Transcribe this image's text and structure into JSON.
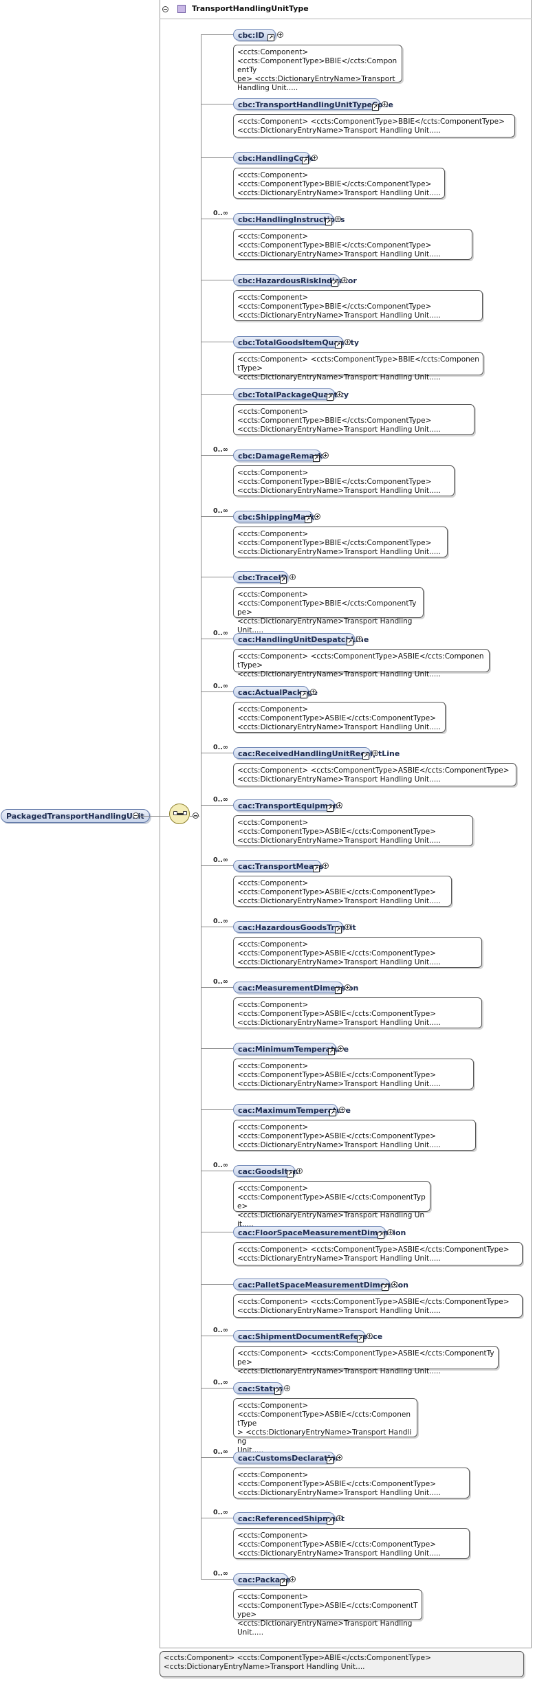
{
  "root": {
    "name": "PackagedTransportHandlingUnit"
  },
  "type": {
    "name": "TransportHandlingUnitType"
  },
  "type_annotation": "<ccts:Component> <ccts:ComponentType>ABIE</ccts:ComponentType>\n<ccts:DictionaryEntryName>Transport Handling Unit....",
  "icons": {
    "type": "complex-type-icon",
    "reference": "reference-arrow-icon",
    "expand": "collapse-toggle-icon",
    "sequence": "sequence-compositor-icon"
  },
  "elements": [
    {
      "name": "cbc:ID",
      "occurs": "",
      "annotation": "<ccts:Component>\n<ccts:ComponentType>BBIE</ccts:ComponentTy\npe> <ccts:DictionaryEntryName>Transport\nHandling Unit....."
    },
    {
      "name": "cbc:TransportHandlingUnitTypeCode",
      "occurs": "",
      "annotation": "<ccts:Component> <ccts:ComponentType>BBIE</ccts:ComponentType>\n<ccts:DictionaryEntryName>Transport Handling Unit....."
    },
    {
      "name": "cbc:HandlingCode",
      "occurs": "",
      "annotation": "<ccts:Component>\n<ccts:ComponentType>BBIE</ccts:ComponentType>\n<ccts:DictionaryEntryName>Transport Handling Unit....."
    },
    {
      "name": "cbc:HandlingInstructions",
      "occurs": "0..∞",
      "annotation": "<ccts:Component>\n<ccts:ComponentType>BBIE</ccts:ComponentType>\n<ccts:DictionaryEntryName>Transport Handling Unit....."
    },
    {
      "name": "cbc:HazardousRiskIndicator",
      "occurs": "",
      "annotation": "<ccts:Component>\n<ccts:ComponentType>BBIE</ccts:ComponentType>\n<ccts:DictionaryEntryName>Transport Handling Unit....."
    },
    {
      "name": "cbc:TotalGoodsItemQuantity",
      "occurs": "",
      "annotation": "<ccts:Component> <ccts:ComponentType>BBIE</ccts:ComponentType>\n<ccts:DictionaryEntryName>Transport Handling Unit....."
    },
    {
      "name": "cbc:TotalPackageQuantity",
      "occurs": "",
      "annotation": "<ccts:Component>\n<ccts:ComponentType>BBIE</ccts:ComponentType>\n<ccts:DictionaryEntryName>Transport Handling Unit....."
    },
    {
      "name": "cbc:DamageRemarks",
      "occurs": "0..∞",
      "annotation": "<ccts:Component>\n<ccts:ComponentType>BBIE</ccts:ComponentType>\n<ccts:DictionaryEntryName>Transport Handling Unit....."
    },
    {
      "name": "cbc:ShippingMarks",
      "occurs": "0..∞",
      "annotation": "<ccts:Component>\n<ccts:ComponentType>BBIE</ccts:ComponentType>\n<ccts:DictionaryEntryName>Transport Handling Unit....."
    },
    {
      "name": "cbc:TraceID",
      "occurs": "",
      "annotation": "<ccts:Component>\n<ccts:ComponentType>BBIE</ccts:ComponentType>\n<ccts:DictionaryEntryName>Transport Handling Unit....."
    },
    {
      "name": "cac:HandlingUnitDespatchLine",
      "occurs": "0..∞",
      "annotation": "<ccts:Component> <ccts:ComponentType>ASBIE</ccts:ComponentType>\n<ccts:DictionaryEntryName>Transport Handling Unit....."
    },
    {
      "name": "cac:ActualPackage",
      "occurs": "0..∞",
      "annotation": "<ccts:Component>\n<ccts:ComponentType>ASBIE</ccts:ComponentType>\n<ccts:DictionaryEntryName>Transport Handling Unit....."
    },
    {
      "name": "cac:ReceivedHandlingUnitReceiptLine",
      "occurs": "0..∞",
      "annotation": "<ccts:Component> <ccts:ComponentType>ASBIE</ccts:ComponentType>\n<ccts:DictionaryEntryName>Transport Handling Unit....."
    },
    {
      "name": "cac:TransportEquipment",
      "occurs": "0..∞",
      "annotation": "<ccts:Component>\n<ccts:ComponentType>ASBIE</ccts:ComponentType>\n<ccts:DictionaryEntryName>Transport Handling Unit....."
    },
    {
      "name": "cac:TransportMeans",
      "occurs": "0..∞",
      "annotation": "<ccts:Component>\n<ccts:ComponentType>ASBIE</ccts:ComponentType>\n<ccts:DictionaryEntryName>Transport Handling Unit....."
    },
    {
      "name": "cac:HazardousGoodsTransit",
      "occurs": "0..∞",
      "annotation": "<ccts:Component>\n<ccts:ComponentType>ASBIE</ccts:ComponentType>\n<ccts:DictionaryEntryName>Transport Handling Unit....."
    },
    {
      "name": "cac:MeasurementDimension",
      "occurs": "0..∞",
      "annotation": "<ccts:Component>\n<ccts:ComponentType>ASBIE</ccts:ComponentType>\n<ccts:DictionaryEntryName>Transport Handling Unit....."
    },
    {
      "name": "cac:MinimumTemperature",
      "occurs": "",
      "annotation": "<ccts:Component>\n<ccts:ComponentType>ASBIE</ccts:ComponentType>\n<ccts:DictionaryEntryName>Transport Handling Unit....."
    },
    {
      "name": "cac:MaximumTemperature",
      "occurs": "",
      "annotation": "<ccts:Component>\n<ccts:ComponentType>ASBIE</ccts:ComponentType>\n<ccts:DictionaryEntryName>Transport Handling Unit....."
    },
    {
      "name": "cac:GoodsItem",
      "occurs": "0..∞",
      "annotation": "<ccts:Component>\n<ccts:ComponentType>ASBIE</ccts:ComponentType>\n<ccts:DictionaryEntryName>Transport Handling Unit....."
    },
    {
      "name": "cac:FloorSpaceMeasurementDimension",
      "occurs": "",
      "annotation": "<ccts:Component> <ccts:ComponentType>ASBIE</ccts:ComponentType>\n<ccts:DictionaryEntryName>Transport Handling Unit....."
    },
    {
      "name": "cac:PalletSpaceMeasurementDimension",
      "occurs": "",
      "annotation": "<ccts:Component> <ccts:ComponentType>ASBIE</ccts:ComponentType>\n<ccts:DictionaryEntryName>Transport Handling Unit....."
    },
    {
      "name": "cac:ShipmentDocumentReference",
      "occurs": "0..∞",
      "annotation": "<ccts:Component> <ccts:ComponentType>ASBIE</ccts:ComponentType>\n<ccts:DictionaryEntryName>Transport Handling Unit....."
    },
    {
      "name": "cac:Status",
      "occurs": "0..∞",
      "annotation": "<ccts:Component>\n<ccts:ComponentType>ASBIE</ccts:ComponentType\n> <ccts:DictionaryEntryName>Transport Handling\nUnit....."
    },
    {
      "name": "cac:CustomsDeclaration",
      "occurs": "0..∞",
      "annotation": "<ccts:Component>\n<ccts:ComponentType>ASBIE</ccts:ComponentType>\n<ccts:DictionaryEntryName>Transport Handling Unit....."
    },
    {
      "name": "cac:ReferencedShipment",
      "occurs": "0..∞",
      "annotation": "<ccts:Component>\n<ccts:ComponentType>ASBIE</ccts:ComponentType>\n<ccts:DictionaryEntryName>Transport Handling Unit....."
    },
    {
      "name": "cac:Package",
      "occurs": "0..∞",
      "annotation": "<ccts:Component>\n<ccts:ComponentType>ASBIE</ccts:ComponentType>\n<ccts:DictionaryEntryName>Transport Handling Unit....."
    }
  ]
}
